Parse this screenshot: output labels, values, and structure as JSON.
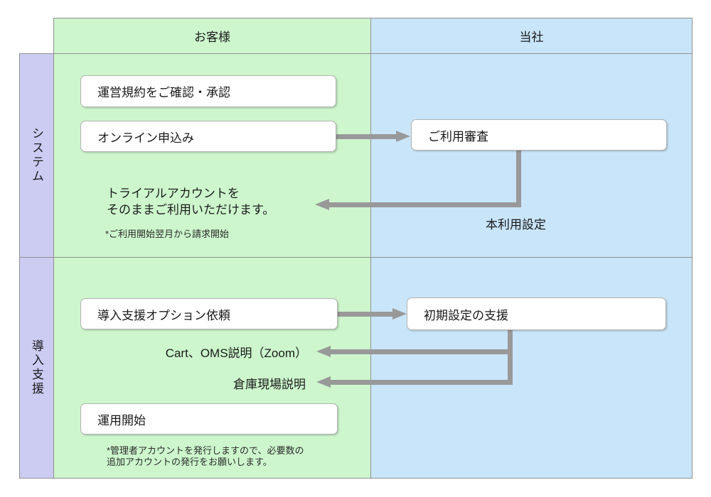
{
  "header": {
    "customer_label": "お客様",
    "company_label": "当社"
  },
  "lanes": {
    "system_label": "システム",
    "support_label": "導入支援"
  },
  "system": {
    "terms_box": "運営規約をご確認・承認",
    "apply_box": "オンライン申込み",
    "review_box": "ご利用審査",
    "trial_line1": "トライアルアカウントを",
    "trial_line2": "そのままご利用いただけます。",
    "trial_note": "*ご利用開始翌月から請求開始",
    "full_use_label": "本利用設定"
  },
  "support": {
    "request_box": "導入支援オプション依頼",
    "initial_box": "初期設定の支援",
    "cart_label": "Cart、OMS説明（Zoom）",
    "warehouse_label": "倉庫現場説明",
    "start_box": "運用開始",
    "note_line1": "*管理者アカウントを発行しますので、必要数の",
    "note_line2": "追加アカウントの発行をお願いします。"
  },
  "colors": {
    "customer_bg": "#cdf6cd",
    "company_bg": "#c9e5f9",
    "lane_bg": "#ccccf3",
    "cell_border": "#8f8f8f",
    "arrow": "#999999",
    "box_border": "#b3b3b3",
    "text": "#1a1a1a"
  }
}
